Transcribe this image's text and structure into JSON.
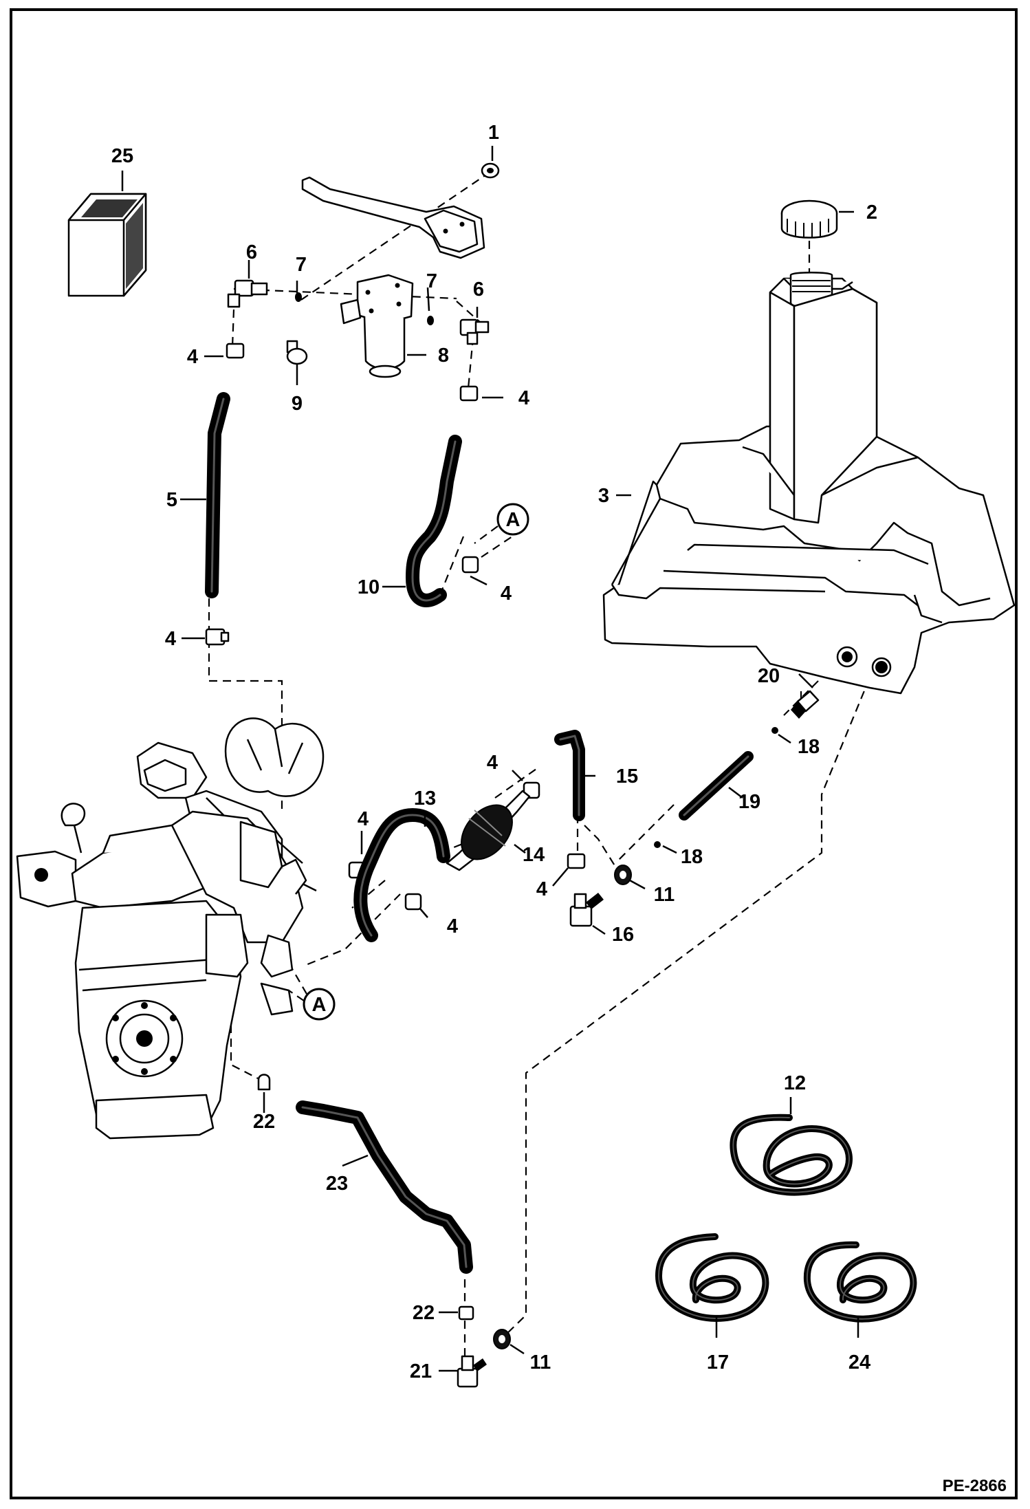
{
  "diagram": {
    "drawing_code": "PE-2866",
    "reference_marker": "A",
    "callouts": [
      "1",
      "2",
      "3",
      "4",
      "5",
      "6",
      "7",
      "8",
      "9",
      "10",
      "11",
      "12",
      "13",
      "14",
      "15",
      "16",
      "17",
      "18",
      "19",
      "20",
      "21",
      "22",
      "23",
      "24",
      "25"
    ]
  }
}
